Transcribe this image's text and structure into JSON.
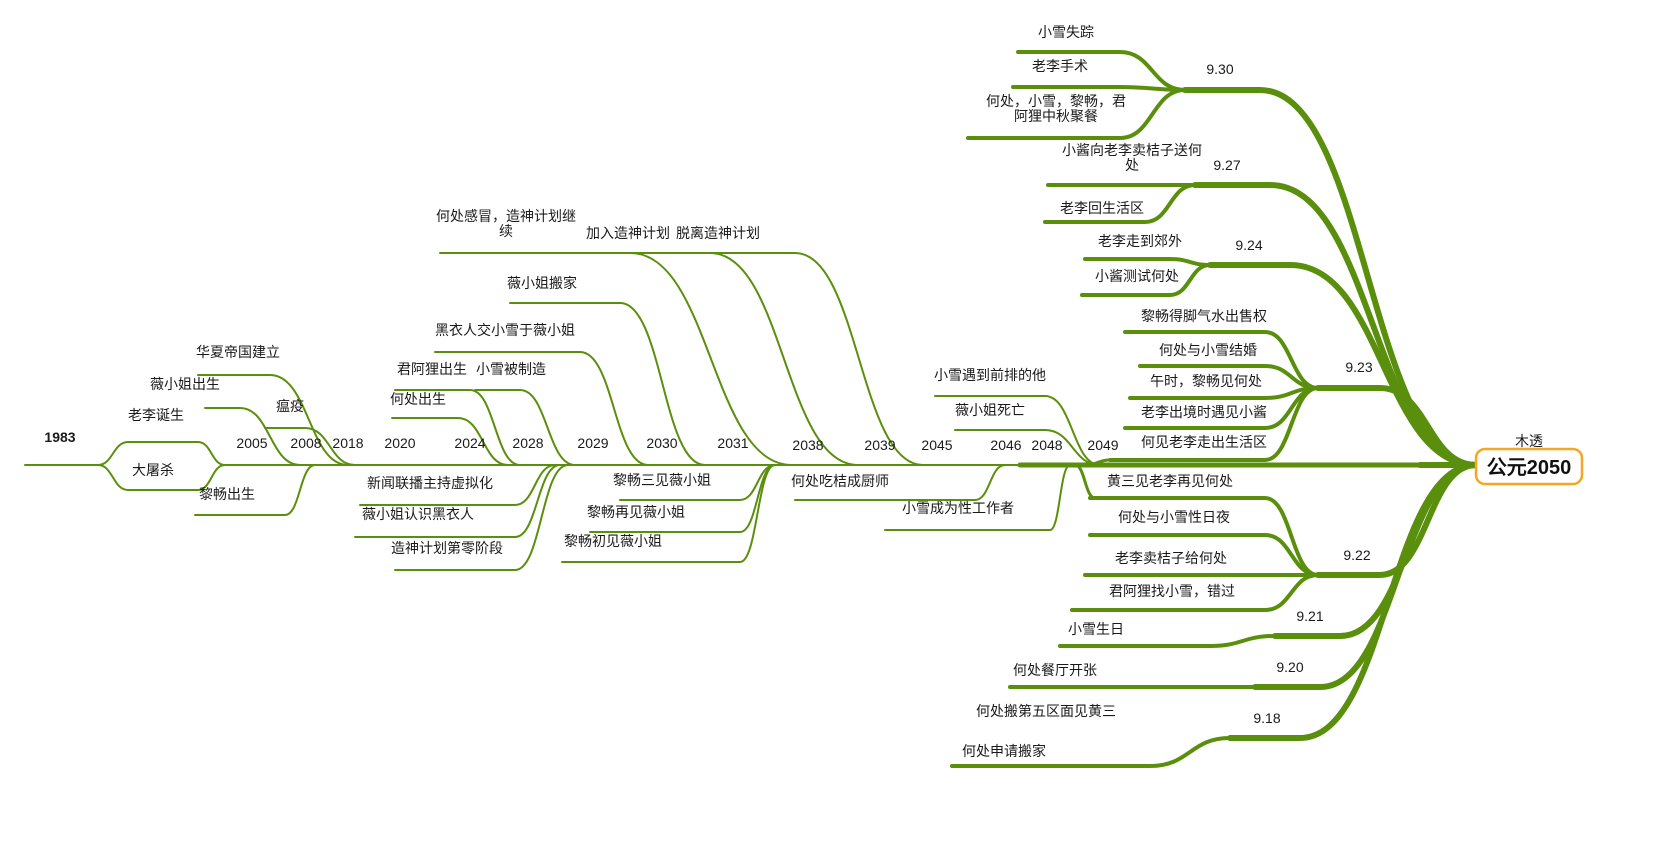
{
  "center": {
    "title": "公元2050",
    "tag": "木透"
  },
  "root": {
    "label": "1983"
  },
  "years": [
    "2005",
    "2008",
    "2018",
    "2020",
    "2024",
    "2028",
    "2029",
    "2030",
    "2031",
    "2038",
    "2039",
    "2045",
    "2046",
    "2048",
    "2049"
  ],
  "dates": [
    "9.30",
    "9.27",
    "9.24",
    "9.23",
    "9.22",
    "9.21",
    "9.20",
    "9.18"
  ],
  "events": {
    "laoli_birth": "老李诞生",
    "massacre": "大屠杀",
    "miss_wei_birth": "薇小姐出生",
    "huaxia_founded": "华夏帝国建立",
    "plague": "瘟疫",
    "lichang_birth": "黎畅出生",
    "hechu_birth": "何处出生",
    "junali_birth": "君阿狸出生",
    "xiaoxue_made": "小雪被制造",
    "heiyiren_hand": "黑衣人交小雪于薇小姐",
    "news_virtual": "新闻联播主持虚拟化",
    "miss_wei_meets": "薇小姐认识黑衣人",
    "god_stage_zero": "造神计划第零阶段",
    "miss_wei_moves": "薇小姐搬家",
    "hechu_cold_1": "何处感冒，造神计划继",
    "hechu_cold_2": "续",
    "join_god": "加入造神计划",
    "leave_god": "脱离造神计划",
    "lichang_third": "黎畅三见薇小姐",
    "lichang_second": "黎畅再见薇小姐",
    "lichang_first": "黎畅初见薇小姐",
    "xiaoxue_meets_front": "小雪遇到前排的他",
    "miss_wei_dies": "薇小姐死亡",
    "hechu_chef": "何处吃桔成厨师",
    "xiaoxue_sexworker": "小雪成为性工作者",
    "xiaoxue_missing": "小雪失踪",
    "laoli_surgery": "老李手术",
    "midautumn_1": "何处，小雪，黎畅，君",
    "midautumn_2": "阿狸中秋聚餐",
    "xiaojiang_orange_1": "小酱向老李卖桔子送何",
    "xiaojiang_orange_2": "处",
    "laoli_back": "老李回生活区",
    "laoli_suburb": "老李走到郊外",
    "xiaojiang_test": "小酱测试何处",
    "lichang_rights": "黎畅得脚气水出售权",
    "hechu_marry": "何处与小雪结婚",
    "noon_meet": "午时，黎畅见何处",
    "laoli_border": "老李出境时遇见小酱",
    "hechu_sees_laoli": "何见老李走出生活区",
    "huangsan_again": "黄三见老李再见何处",
    "hechu_night": "何处与小雪性日夜",
    "laoli_sells": "老李卖桔子给何处",
    "junali_miss": "君阿狸找小雪，错过",
    "xiaoxue_bday": "小雪生日",
    "restaurant_open": "何处餐厅开张",
    "move_zone5": "何处搬第五区面见黄三",
    "apply_move": "何处申请搬家"
  },
  "colors": {
    "branch": "#5a8f0d",
    "center_border": "#f5a623",
    "center_fill": "#ffffff",
    "text": "#1a1a1a"
  }
}
